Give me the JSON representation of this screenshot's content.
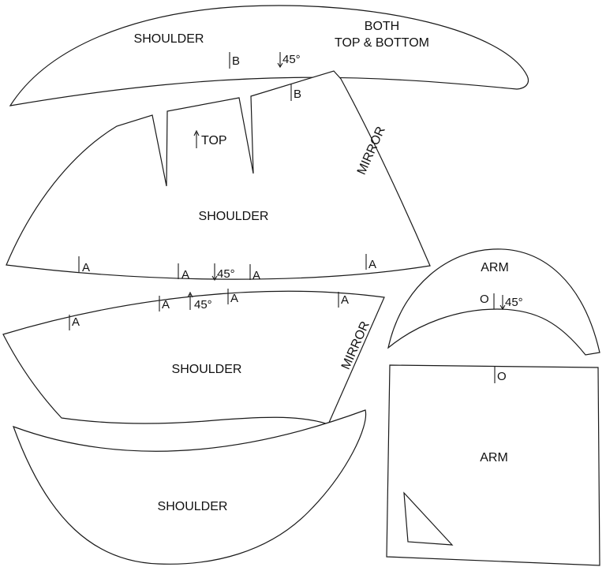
{
  "pieces": {
    "top_strip": {
      "name": "SHOULDER",
      "note_line1": "BOTH",
      "note_line2": "TOP & BOTTOM",
      "mark_b": "B",
      "bias": "45°"
    },
    "upper_shoulder": {
      "mark_b": "B",
      "top": "TOP",
      "name": "SHOULDER",
      "mirror": "MIRROR",
      "mark_a": "A",
      "bias": "45°"
    },
    "lower_shoulder": {
      "mark_a": "A",
      "bias": "45°",
      "name": "SHOULDER",
      "mirror": "MIRROR"
    },
    "bottom_piece": {
      "name": "SHOULDER"
    },
    "arm_cap": {
      "name": "ARM",
      "mark_o": "O",
      "bias": "45°"
    },
    "arm_square": {
      "name": "ARM",
      "mark_o": "O"
    }
  },
  "colors": {
    "line": "#1a1a1a",
    "background": "#ffffff"
  }
}
